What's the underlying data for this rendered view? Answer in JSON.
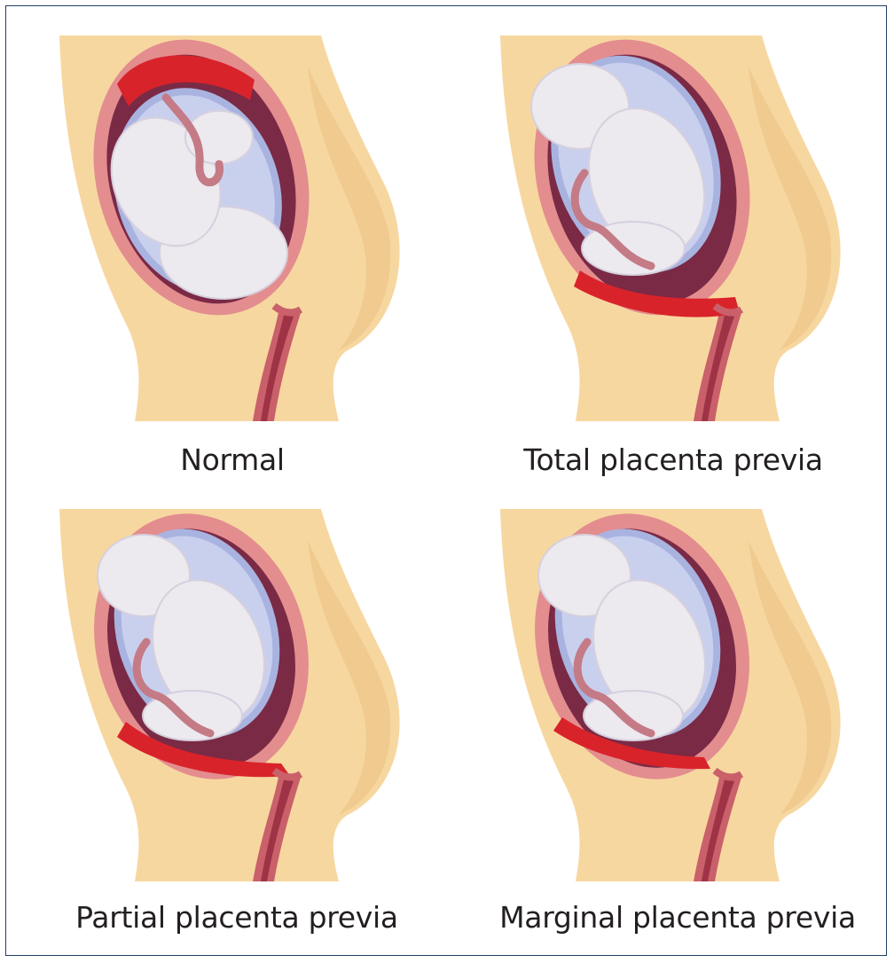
{
  "panels": [
    {
      "id": "normal",
      "label": "Normal",
      "placenta_position": "fundus"
    },
    {
      "id": "total",
      "label": "Total placenta previa",
      "placenta_position": "covers-cervix"
    },
    {
      "id": "partial",
      "label": "Partial placenta previa",
      "placenta_position": "partially-covers-cervix"
    },
    {
      "id": "marginal",
      "label": "Marginal placenta previa",
      "placenta_position": "edge-of-cervix"
    }
  ],
  "colors": {
    "border": "#1f3f66",
    "skin": "#f7d7a0",
    "uterus_wall": "#e38d8f",
    "placenta": "#d9232b",
    "amniotic_sac": "#a9b3e0",
    "fetus": "#ece9ef",
    "cavity": "#7a2a45",
    "cord": "#c47b86"
  }
}
